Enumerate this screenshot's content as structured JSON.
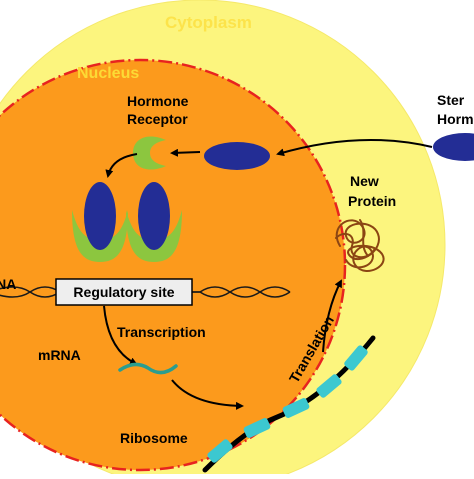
{
  "labels": {
    "cytoplasm": "Cytoplasm",
    "nucleus": "Nucleus",
    "hormone_receptor_line1": "Hormone",
    "hormone_receptor_line2": "Receptor",
    "steroid_hormone_line1": "Ster",
    "steroid_hormone_line2": "Horm",
    "new_protein_line1": "New",
    "new_protein_line2": "Protein",
    "dna": "DNA",
    "regulatory_site": "Regulatory site",
    "transcription": "Transcription",
    "mrna": "mRNA",
    "translation": "Translation",
    "ribosome": "Ribosome"
  },
  "colors": {
    "cytoplasm": "#fcf57e",
    "cytoplasm_text": "#fce34a",
    "nucleus": "#fc9a1c",
    "nucleus_border": "#e8231f",
    "nucleus_text": "#fcda35",
    "hormone": "#232d95",
    "receptor": "#8cc63f",
    "protein": "#8b4513",
    "mrna": "#2a9d8f",
    "ribosome": "#3cc8d0"
  },
  "icons": {
    "hormone": "ellipse",
    "receptor": "c-shape",
    "protein": "tangled-coil"
  }
}
